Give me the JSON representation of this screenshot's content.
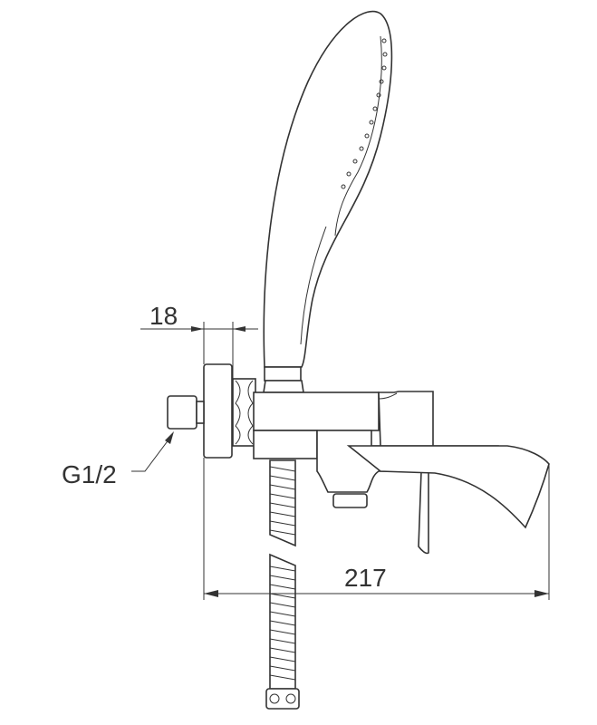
{
  "drawing": {
    "dimensions": {
      "flange_depth": "18",
      "total_length": "217"
    },
    "thread_label": "G1/2",
    "line_color": "#333333"
  }
}
